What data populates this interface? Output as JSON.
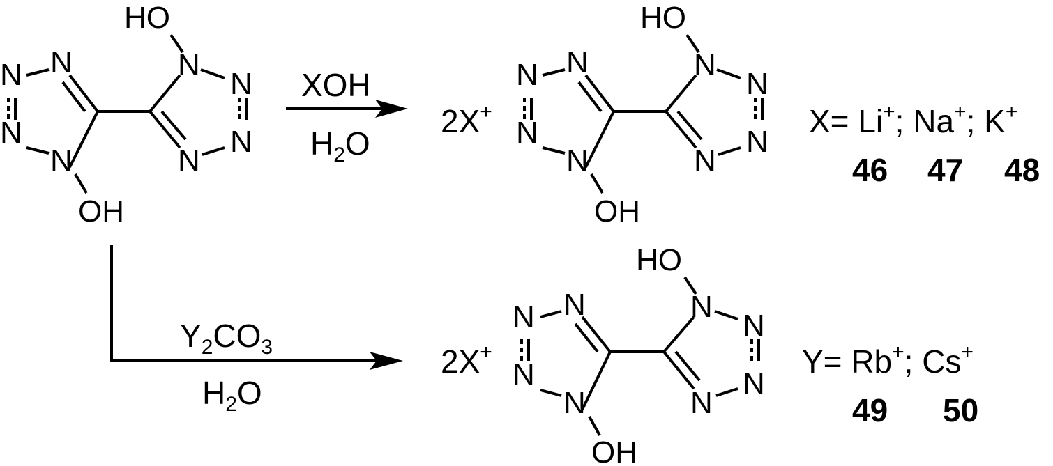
{
  "scheme": {
    "atoms": {
      "N": "N",
      "HO": "HO",
      "OH": "OH"
    },
    "reaction_top": {
      "reagent": "XOH",
      "solvent_main": "H",
      "solvent_sub": "2",
      "solvent_tail": "O",
      "cation_prefix": "2X",
      "cation_charge": "+",
      "definition_label": "X= Li",
      "definition_items": [
        {
          "ion": "Li",
          "charge": "+",
          "sep": ";"
        },
        {
          "ion": "Na",
          "charge": "+",
          "sep": ";"
        },
        {
          "ion": "K",
          "charge": "+",
          "sep": ""
        }
      ],
      "compound_numbers": [
        "46",
        "47",
        "48"
      ]
    },
    "reaction_bottom": {
      "reagent_a": "Y",
      "reagent_a_sub": "2",
      "reagent_b": "CO",
      "reagent_b_sub": "3",
      "solvent_main": "H",
      "solvent_sub": "2",
      "solvent_tail": "O",
      "cation_prefix": "2X",
      "cation_charge": "+",
      "definition_prefix": "Y=",
      "definition_items": [
        {
          "ion": "Rb",
          "charge": "+",
          "sep": ";"
        },
        {
          "ion": "Cs",
          "charge": "+",
          "sep": ""
        }
      ],
      "compound_numbers": [
        "49",
        "50"
      ]
    }
  }
}
